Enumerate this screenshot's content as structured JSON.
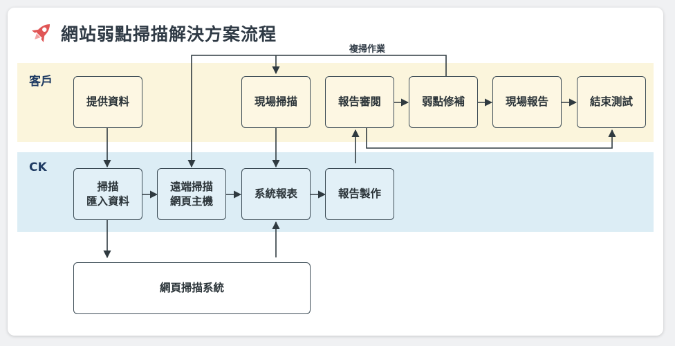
{
  "title": "網站弱點掃描解決方案流程",
  "icon": "rocket-icon",
  "colors": {
    "accent": "#e05555",
    "customer_lane": "#fbf5dc",
    "ck_lane": "#dcedf5",
    "box_border": "#3a4a54"
  },
  "lanes": {
    "customer": "客戶",
    "ck": "CK"
  },
  "steps": {
    "provide_data": "提供資料",
    "onsite_scan": "現場掃描",
    "report_review": "報告審閱",
    "vuln_fix": "弱點修補",
    "onsite_report": "現場報告",
    "end_test": "結束測試",
    "scan_import": "掃描\n匯入資料",
    "remote_scan": "遠端掃描\n網頁主機",
    "system_report": "系統報表",
    "report_making": "報告製作",
    "web_scan_system": "網頁掃描系統"
  },
  "loop_label": "複掃作業"
}
